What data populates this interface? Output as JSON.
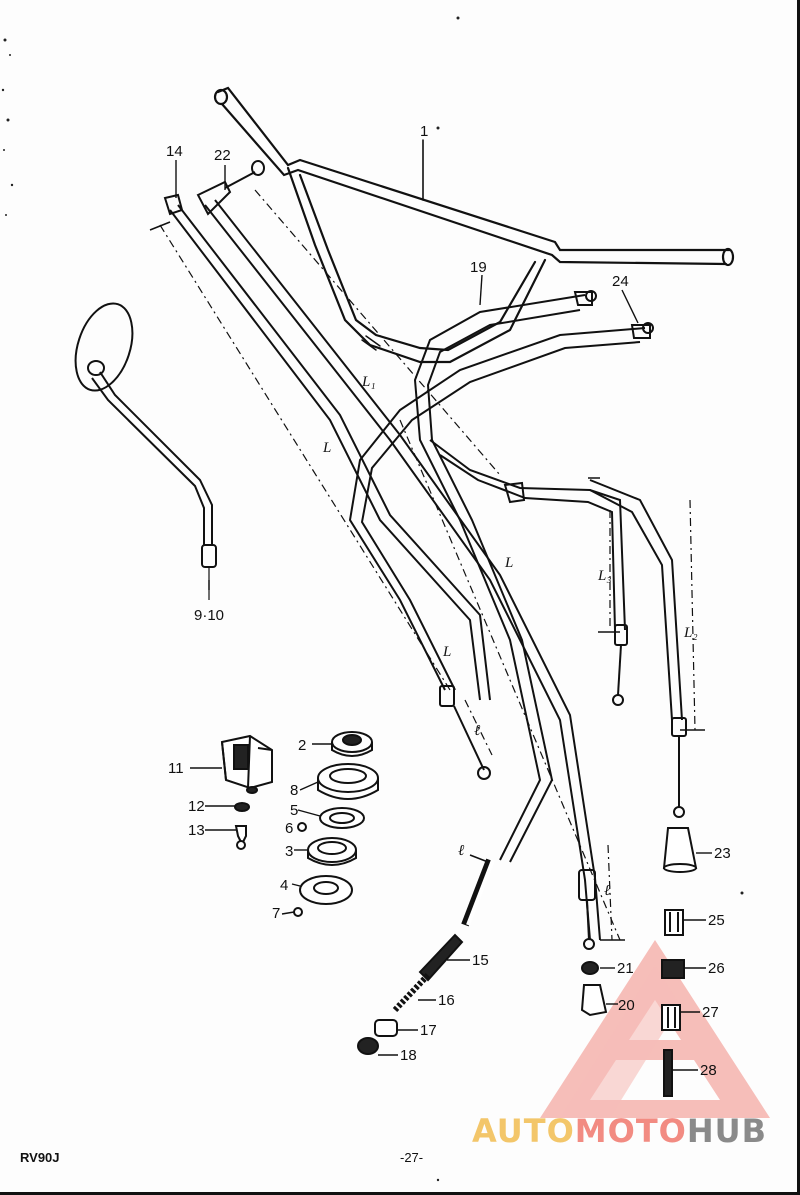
{
  "footer": {
    "model": "RV90J",
    "page_number": "-27-"
  },
  "watermark": {
    "part1": "AUTO",
    "part2": "MOTO",
    "part3": "HUB"
  },
  "parts": {
    "p1": "1",
    "p2": "2",
    "p3": "3",
    "p4": "4",
    "p5": "5",
    "p6": "6",
    "p7": "7",
    "p8": "8",
    "p9_10": "9·10",
    "p11": "11",
    "p12": "12",
    "p13": "13",
    "p14": "14",
    "p15": "15",
    "p16": "16",
    "p17": "17",
    "p18": "18",
    "p19": "19",
    "p20": "20",
    "p21": "21",
    "p22": "22",
    "p23": "23",
    "p24": "24",
    "p25": "25",
    "p26": "26",
    "p27": "27",
    "p28": "28"
  },
  "dimensions": {
    "L": "L",
    "L1": "L₁",
    "L2": "L₂",
    "L3": "L₃",
    "l": "ℓ"
  }
}
